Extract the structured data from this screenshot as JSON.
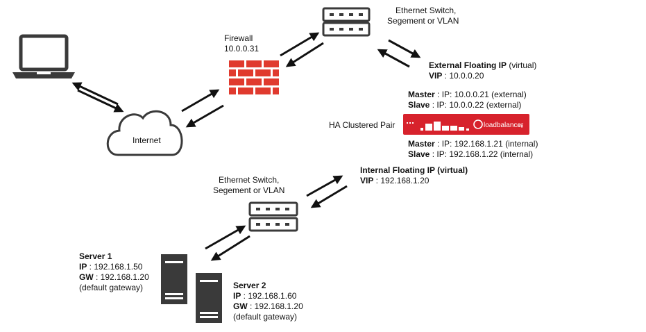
{
  "switch_top": {
    "line1": "Ethernet Switch,",
    "line2": "Segement or VLAN"
  },
  "switch_bottom": {
    "line1": "Ethernet Switch,",
    "line2": "Segement or VLAN"
  },
  "firewall": {
    "name": "Firewall",
    "ip": "10.0.0.31"
  },
  "internet": {
    "label": "Internet"
  },
  "external_vip": {
    "title": "External Floating IP",
    "suffix": " (virtual)",
    "vip_key": "VIP",
    "vip_value": " : 10.0.0.20"
  },
  "cluster_external": {
    "master_key": "Master",
    "master_value": " : IP: 10.0.0.21 (external)",
    "slave_key": "Slave",
    "slave_value": " : IP: 10.0.0.22 (external)"
  },
  "ha_pair": {
    "label": "HA Clustered Pair",
    "brand": "loadbalancer",
    "brand_suffix": ".org"
  },
  "cluster_internal": {
    "master_key": "Master",
    "master_value": " : IP: 192.168.1.21 (internal)",
    "slave_key": "Slave",
    "slave_value": " : IP: 192.168.1.22 (internal)"
  },
  "internal_vip": {
    "title": "Internal Floating IP (virtual)",
    "vip_key": "VIP",
    "vip_value": " : 192.168.1.20"
  },
  "server1": {
    "name": "Server 1",
    "ip_key": "IP",
    "ip_value": " : 192.168.1.50",
    "gw_key": "GW",
    "gw_value": " : 192.168.1.20",
    "note": "(default gateway)"
  },
  "server2": {
    "name": "Server 2",
    "ip_key": "IP",
    "ip_value": " : 192.168.1.60",
    "gw_key": "GW",
    "gw_value": " : 192.168.1.20",
    "note": "(default gateway)"
  },
  "colors": {
    "firewall": "#e03a2e",
    "appliance": "#d7222c",
    "icon": "#3a3a3a"
  }
}
